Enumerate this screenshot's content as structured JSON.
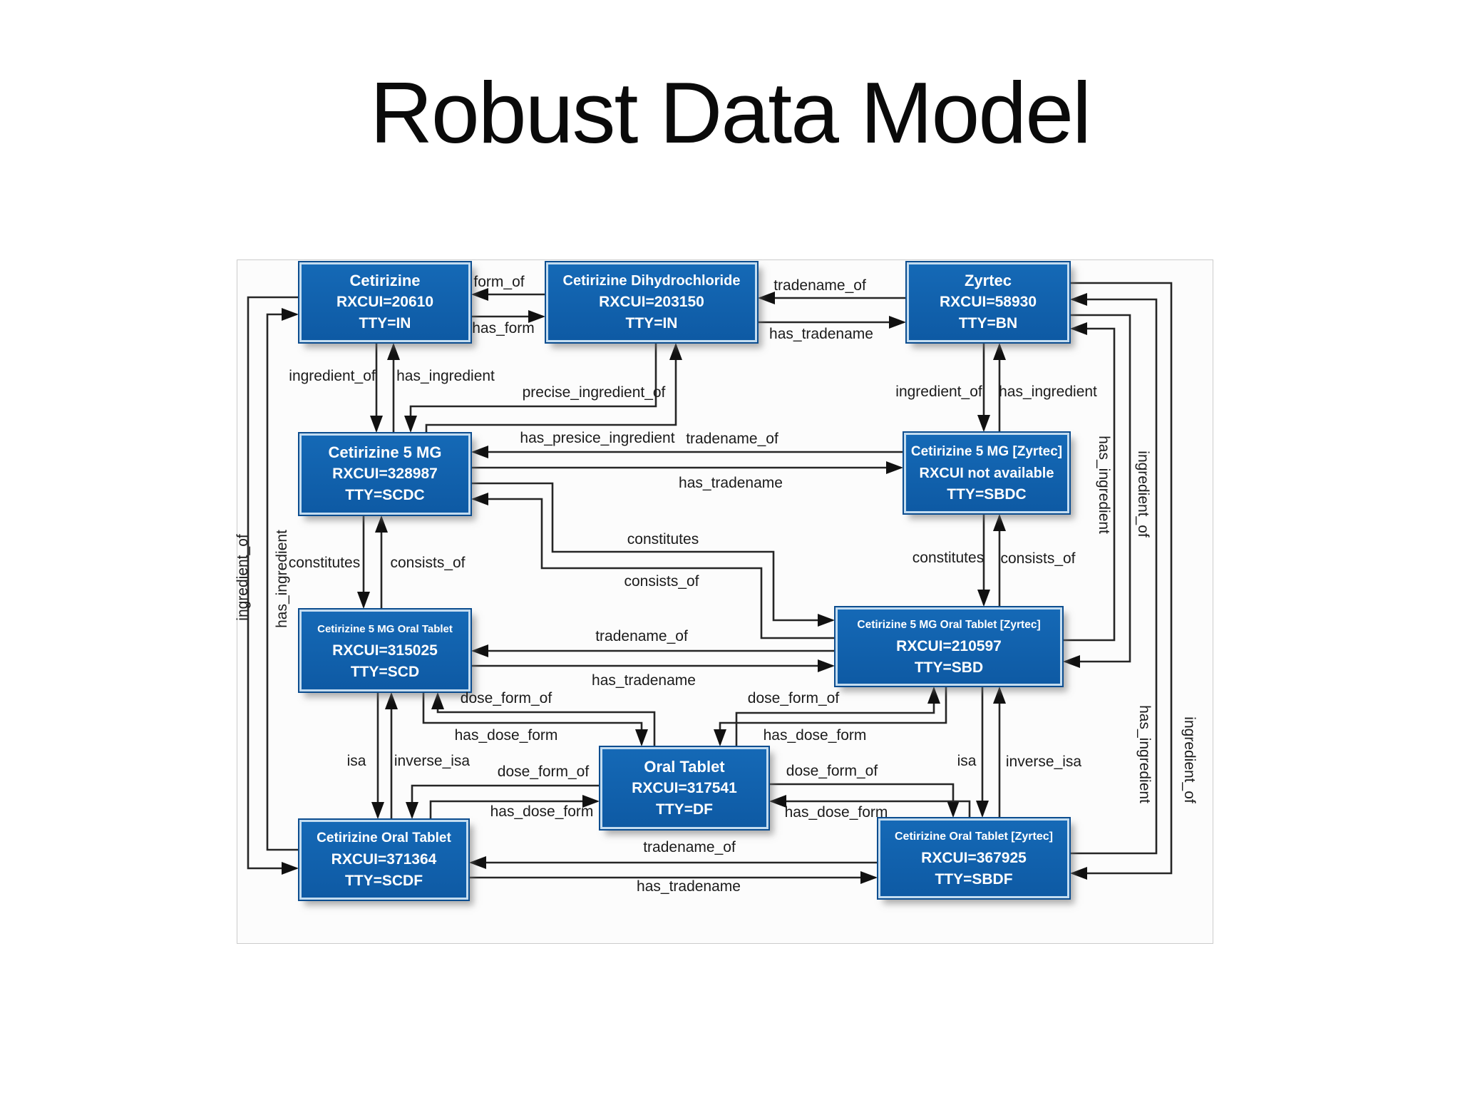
{
  "title": "Robust Data Model",
  "diagram": {
    "colors": {
      "node_fill": "#1164af",
      "node_border_light": "#c3dcf0",
      "node_border_dark": "#0c4d8f",
      "node_text": "#ffffff",
      "edge_line": "#262626",
      "label_text": "#1b1b1b"
    },
    "nodes": {
      "in": {
        "line1": "Cetirizine",
        "line2": "RXCUI=20610",
        "line3": "TTY=IN"
      },
      "pin": {
        "line1": "Cetirizine Dihydrochloride",
        "line2": "RXCUI=203150",
        "line3": "TTY=IN"
      },
      "bn": {
        "line1": "Zyrtec",
        "line2": "RXCUI=58930",
        "line3": "TTY=BN"
      },
      "scdc": {
        "line1": "Cetirizine 5 MG",
        "line2": "RXCUI=328987",
        "line3": "TTY=SCDC"
      },
      "sbdc": {
        "line1": "Cetirizine 5 MG [Zyrtec]",
        "line2": "RXCUI not available",
        "line3": "TTY=SBDC"
      },
      "scd": {
        "line1": "Cetirizine 5 MG Oral Tablet",
        "line2": "RXCUI=315025",
        "line3": "TTY=SCD"
      },
      "sbd": {
        "line1": "Cetirizine 5 MG Oral Tablet [Zyrtec]",
        "line2": "RXCUI=210597",
        "line3": "TTY=SBD"
      },
      "df": {
        "line1": "Oral Tablet",
        "line2": "RXCUI=317541",
        "line3": "TTY=DF"
      },
      "scdf": {
        "line1": "Cetirizine Oral Tablet",
        "line2": "RXCUI=371364",
        "line3": "TTY=SCDF"
      },
      "sbdf": {
        "line1": "Cetirizine Oral Tablet [Zyrtec]",
        "line2": "RXCUI=367925",
        "line3": "TTY=SBDF"
      }
    },
    "edges": [
      {
        "from": "pin",
        "to": "in",
        "label": "form_of"
      },
      {
        "from": "in",
        "to": "pin",
        "label": "has_form"
      },
      {
        "from": "bn",
        "to": "pin",
        "label": "tradename_of"
      },
      {
        "from": "pin",
        "to": "bn",
        "label": "has_tradename"
      },
      {
        "from": "in",
        "to": "scdc",
        "label": "ingredient_of"
      },
      {
        "from": "scdc",
        "to": "in",
        "label": "has_ingredient"
      },
      {
        "from": "pin",
        "to": "scdc",
        "label": "precise_ingredient_of"
      },
      {
        "from": "scdc",
        "to": "pin",
        "label": "has_presice_ingredient"
      },
      {
        "from": "bn",
        "to": "sbdc",
        "label": "ingredient_of"
      },
      {
        "from": "sbdc",
        "to": "bn",
        "label": "has_ingredient"
      },
      {
        "from": "sbdc",
        "to": "scdc",
        "label": "tradename_of"
      },
      {
        "from": "scdc",
        "to": "sbdc",
        "label": "has_tradename"
      },
      {
        "from": "scdc",
        "to": "scd",
        "label": "constitutes"
      },
      {
        "from": "scd",
        "to": "scdc",
        "label": "consists_of"
      },
      {
        "from": "scdc",
        "to": "sbd",
        "label": "constitutes"
      },
      {
        "from": "sbd",
        "to": "scdc",
        "label": "consists_of"
      },
      {
        "from": "sbdc",
        "to": "sbd",
        "label": "constitutes"
      },
      {
        "from": "sbd",
        "to": "sbdc",
        "label": "consists_of"
      },
      {
        "from": "sbd",
        "to": "scd",
        "label": "tradename_of"
      },
      {
        "from": "scd",
        "to": "sbd",
        "label": "has_tradename"
      },
      {
        "from": "scd",
        "to": "scdf",
        "label": "isa"
      },
      {
        "from": "scdf",
        "to": "scd",
        "label": "inverse_isa"
      },
      {
        "from": "sbd",
        "to": "sbdf",
        "label": "isa"
      },
      {
        "from": "sbdf",
        "to": "sbd",
        "label": "inverse_isa"
      },
      {
        "from": "df",
        "to": "scd",
        "label": "dose_form_of"
      },
      {
        "from": "scd",
        "to": "df",
        "label": "has_dose_form"
      },
      {
        "from": "df",
        "to": "sbd",
        "label": "dose_form_of"
      },
      {
        "from": "sbd",
        "to": "df",
        "label": "has_dose_form"
      },
      {
        "from": "df",
        "to": "scdf",
        "label": "dose_form_of"
      },
      {
        "from": "scdf",
        "to": "df",
        "label": "has_dose_form"
      },
      {
        "from": "df",
        "to": "sbdf",
        "label": "dose_form_of"
      },
      {
        "from": "sbdf",
        "to": "df",
        "label": "has_dose_form"
      },
      {
        "from": "sbdf",
        "to": "scdf",
        "label": "tradename_of"
      },
      {
        "from": "scdf",
        "to": "sbdf",
        "label": "has_tradename"
      },
      {
        "from": "in",
        "to": "scdf",
        "label": "ingredient_of"
      },
      {
        "from": "scdf",
        "to": "in",
        "label": "has_ingredient"
      },
      {
        "from": "sbd",
        "to": "bn",
        "label": "has_ingredient"
      },
      {
        "from": "bn",
        "to": "sbd",
        "label": "ingredient_of"
      },
      {
        "from": "sbdf",
        "to": "bn",
        "label": "has_ingredient"
      },
      {
        "from": "bn",
        "to": "sbdf",
        "label": "ingredient_of"
      }
    ]
  }
}
